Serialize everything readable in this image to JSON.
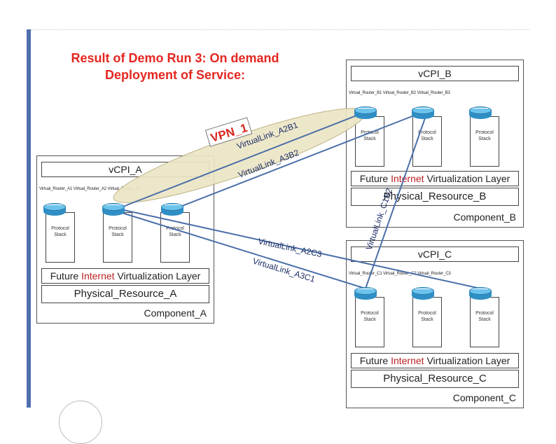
{
  "title": {
    "line1": "Result of Demo Run 3: On demand",
    "line2": "Deployment of Service:"
  },
  "vpn": {
    "label": "VPN_1"
  },
  "components": {
    "a": {
      "vcpi": "vCPI_A",
      "routers": "Virtual_Router_A1 Virtual_Router_A2 Virtual_Router_A3",
      "stack": "Protocol Stack",
      "layer_future": "Future",
      "layer_internet": "Internet",
      "layer_rest": "Virtualization Layer",
      "physical": "Physical_Resource_A",
      "component": "Component_A"
    },
    "b": {
      "vcpi": "vCPI_B",
      "routers": "Virtual_Router_B1 Virtual_Router_B2 Virtual_Router_B3",
      "stack": "Protocol Stack",
      "layer_future": "Future",
      "layer_internet": "Internet",
      "layer_rest": "Virtualization Layer",
      "physical": "Physical_Resource_B",
      "component": "Component_B"
    },
    "c": {
      "vcpi": "vCPI_C",
      "routers": "Virtual_Router_C1 Virtual_Router_C2 Virtual_Router_C3",
      "stack": "Protocol Stack",
      "layer_future": "Future",
      "layer_internet": "Internet",
      "layer_rest": "Virtualization Layer",
      "physical": "Physical_Resource_C",
      "component": "Component_C"
    }
  },
  "links": {
    "a2b1": "VirtualLink_A2B1",
    "a3b2": "VirtualLink_A3B2",
    "c1b2": "VirtualLink_C1B2",
    "a2c3": "VirtualLink_A2C3",
    "a3c1": "VirtualLink_A3C1"
  },
  "colors": {
    "title": "#e52620",
    "link": "#4a6fa8",
    "router": "#2f8fc5",
    "vpn_fill": "#ece6c6"
  }
}
